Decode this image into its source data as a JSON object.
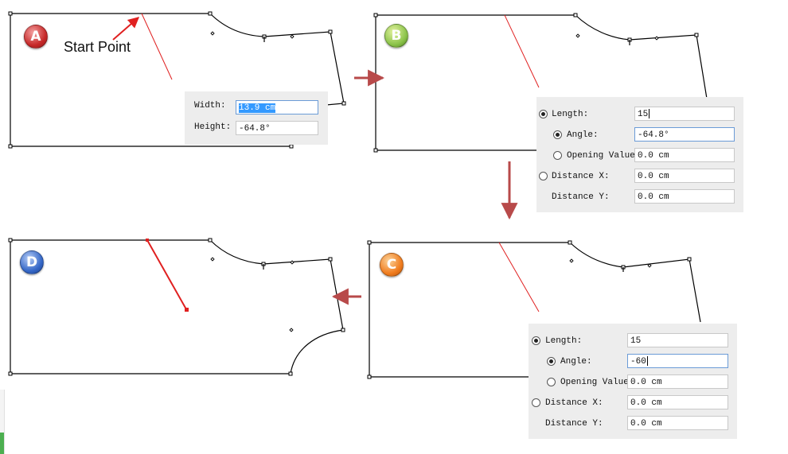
{
  "badges": {
    "a": "A",
    "b": "B",
    "c": "C",
    "d": "D"
  },
  "annotation": {
    "start_point": "Start Point"
  },
  "panel_a": {
    "width_label": "Width:",
    "width_value": "13.9 cm",
    "height_label": "Height:",
    "height_value": "-64.8°"
  },
  "panel_b": {
    "length_label": "Length:",
    "length_value": "15",
    "angle_label": "Angle:",
    "angle_value": "-64.8°",
    "opening_label": "Opening Value:",
    "opening_value": "0.0 cm",
    "distance_x_label": "Distance X:",
    "distance_x_value": "0.0 cm",
    "distance_y_label": "Distance Y:",
    "distance_y_value": "0.0 cm"
  },
  "panel_c": {
    "length_label": "Length:",
    "length_value": "15",
    "angle_label": "Angle:",
    "angle_value": "-60",
    "opening_label": "Opening Value:",
    "opening_value": "0.0 cm",
    "distance_x_label": "Distance X:",
    "distance_x_value": "0.0 cm",
    "distance_y_label": "Distance Y:",
    "distance_y_value": "0.0 cm"
  },
  "colors": {
    "pattern_line": "#000000",
    "guide_line": "#e02020",
    "arrow": "#b84a4a",
    "panel_bg": "#ededed",
    "selection": "#3399ff"
  }
}
